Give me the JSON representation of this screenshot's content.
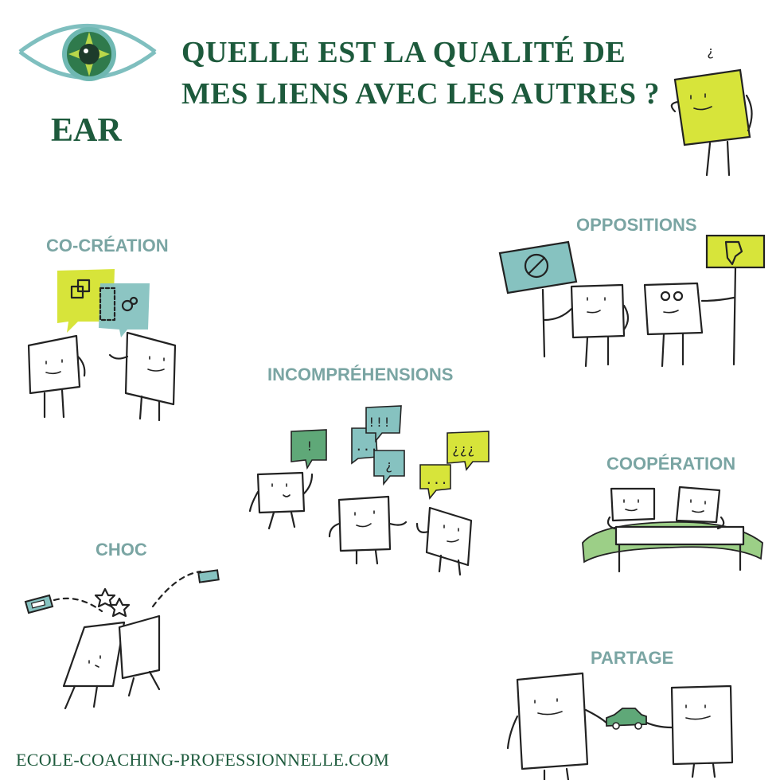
{
  "header": {
    "title_line1": "QUELLE EST LA QUALITÉ DE",
    "title_line2": "MES LIENS AVEC LES AUTRES ?",
    "brand": "EAR",
    "logo_icon": "eye-logo-icon"
  },
  "sections": {
    "cocreation": "CO-CRÉATION",
    "oppositions": "OPPOSITIONS",
    "incomprehensions": "INCOMPRÉHENSIONS",
    "cooperation": "COOPÉRATION",
    "choc": "CHOC",
    "partage": "PARTAGE"
  },
  "bubbles": {
    "exclaim": "!",
    "triple_exclaim": "!!!",
    "ellipsis": "...",
    "question": "¿",
    "triple_question": "¿¿¿"
  },
  "footer": {
    "website": "ECOLE-COACHING-PROFESSIONNELLE.COM"
  },
  "colors": {
    "brand_green": "#1d5a3c",
    "label_teal": "#7aa5a3",
    "yellow": "#d7e43a",
    "teal": "#86c2c0",
    "green": "#5fa878",
    "light_green": "#9ccf87"
  }
}
